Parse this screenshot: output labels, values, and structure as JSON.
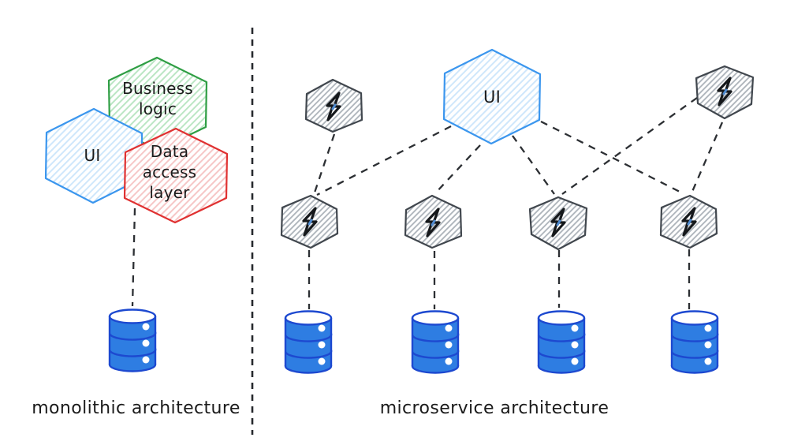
{
  "left_panel": {
    "caption": "monolithic architecture",
    "business_logic_label": "Business logic",
    "ui_label": "UI",
    "data_access_label": "Data access layer",
    "database_count": 1
  },
  "right_panel": {
    "caption": "microservice architecture",
    "ui_label": "UI",
    "service_node_count": 6,
    "database_count": 4
  },
  "icons": {
    "service": "lightning-icon",
    "storage": "database-icon"
  },
  "colors": {
    "ui_stroke": "#3b96ee",
    "ui_hatch": "#cfe7fb",
    "business_stroke": "#2f9e44",
    "business_hatch": "#bbe6c4",
    "data_access_stroke": "#e03131",
    "data_access_hatch": "#f6c7c7",
    "service_stroke": "#41474e",
    "service_hatch": "#abb2b9",
    "database_stroke": "#1d49d0",
    "database_fill": "#2e7de2",
    "bolt": "#15181b",
    "bolt_accent": "#4e8ad0",
    "line": "#2c2f33",
    "text": "#1b1b1b"
  }
}
